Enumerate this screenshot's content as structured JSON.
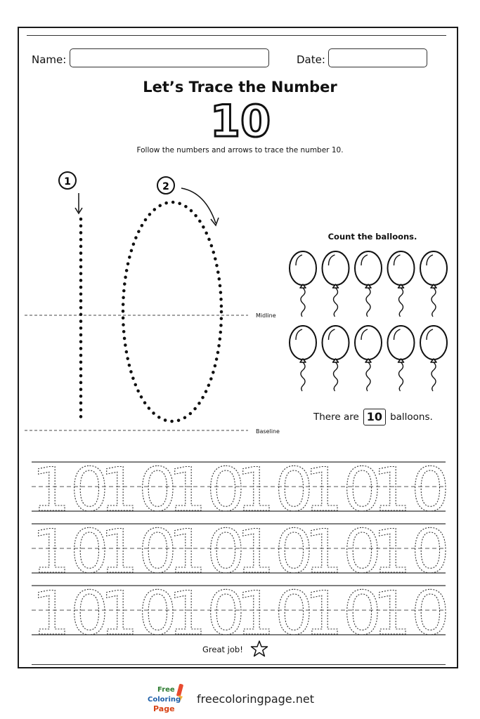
{
  "header": {
    "name_label": "Name:",
    "date_label": "Date:"
  },
  "title": {
    "heading": "Let’s Trace the Number",
    "big_number": "10",
    "instructions": "Follow the numbers and arrows to trace the number 10."
  },
  "tracing": {
    "step_one": "1",
    "step_two": "2",
    "midline_label": "Midline",
    "baseline_label": "Baseline"
  },
  "counting": {
    "heading": "Count the balloons.",
    "balloon_count": 10,
    "answer_prefix": "There are",
    "answer_value": "10",
    "answer_suffix": "balloons."
  },
  "practice": {
    "trace_text": "10",
    "rows": 3,
    "per_row": 6
  },
  "closing": {
    "message": "Great job!"
  },
  "footer": {
    "logo_line1": "Free",
    "logo_line2": "Coloring",
    "logo_line3": "Page",
    "site": "freecoloringpage.net"
  }
}
